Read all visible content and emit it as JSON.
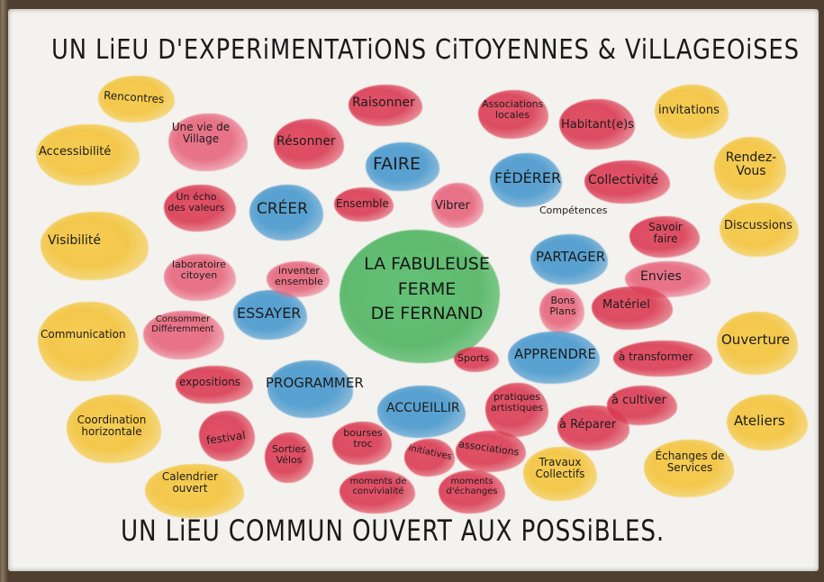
{
  "title_top": "UN LiEU D'EXPERiMENTATiONS CiTOYENNES & ViLLAGEOiSES",
  "title_bottom": "UN LiEU COMMUN OUVERT AUX POSSiBLES.",
  "center": {
    "line1": "LA FABULEUSE",
    "line2": "FERME",
    "line3": "DE FERNAND"
  },
  "colors": {
    "red": "#d8304a",
    "yellow": "#f3c02f",
    "blue": "#3e93cb",
    "green": "#47b25b",
    "paper": "#f4f2ee"
  },
  "words": {
    "rencontres": "Rencontres",
    "accessibilite": "Accessibilité",
    "visibilite": "Visibilité",
    "communication": "Communication",
    "coordination": "Coordination horizontale",
    "calendrier": "Calendrier ouvert",
    "une_vie": "Une vie de Village",
    "un_echo": "Un écho des valeurs",
    "laboratoire": "laboratoire citoyen",
    "consommer": "Consommer Différemment",
    "expositions": "expositions",
    "festival": "festival",
    "creer": "CRÉER",
    "essayer": "ESSAYER",
    "inventer": "inventer ensemble",
    "programmer": "PROGRAMMER",
    "sorties_velos": "Sorties Vélos",
    "bourses_troc": "bourses troc",
    "initiatives": "initiatives",
    "moments_convivialite": "moments de convivialité",
    "moments_echanges": "moments d'échanges",
    "raisonner": "Raisonner",
    "resonner": "Résonner",
    "faire": "FAIRE",
    "ensemble": "Ensemble",
    "vibrer": "Vibrer",
    "associations_locales": "Associations locales",
    "habitants": "Habitant(e)s",
    "invitations": "invitations",
    "rendez_vous": "Rendez-Vous",
    "federer": "FÉDÉRER",
    "collectivite": "Collectivité",
    "competences": "Compétences",
    "discussions": "Discussions",
    "savoir_faire": "Savoir faire",
    "partager": "PARTAGER",
    "envies": "Envies",
    "bons_plans": "Bons Plans",
    "materiel": "Matériel",
    "ouverture": "Ouverture",
    "sports": "Sports",
    "apprendre": "APPRENDRE",
    "a_transformer": "à transformer",
    "accueillir": "ACCUEILLIR",
    "pratiques": "pratiques artistiques",
    "a_cultiver": "à cultiver",
    "ateliers": "Ateliers",
    "a_reparer": "à Réparer",
    "associations": "associations",
    "travaux": "Travaux Collectifs",
    "echanges_services": "Échanges de Services"
  }
}
